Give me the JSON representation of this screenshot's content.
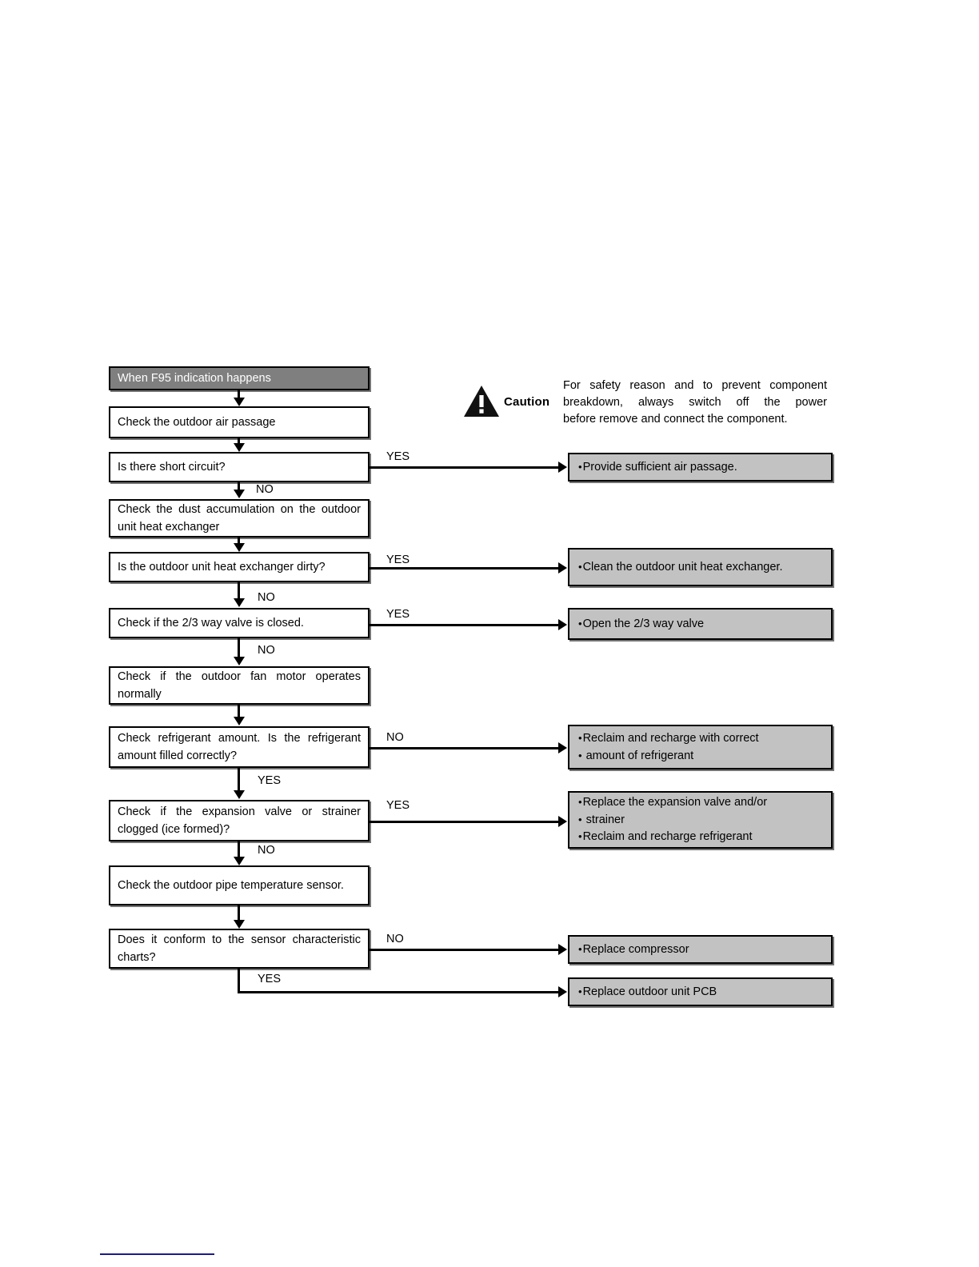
{
  "flow": {
    "title": "When F95 indication happens",
    "steps": [
      {
        "id": "check-air-passage",
        "text": "Check the outdoor air passage",
        "justified": false
      },
      {
        "id": "short-circuit",
        "text": "Is there short circuit?",
        "justified": false
      },
      {
        "id": "check-dust",
        "line1": "Check the dust accumulation on the",
        "line2": "outdoor unit heat exchanger",
        "justified": true
      },
      {
        "id": "heat-exchanger-dirty",
        "text": "Is the outdoor unit heat exchanger dirty?",
        "justified": false
      },
      {
        "id": "check-valve-closed",
        "text": "Check if the 2/3 way valve is closed.",
        "justified": false
      },
      {
        "id": "check-fan-motor",
        "line1": "Check if the outdoor fan motor operates",
        "line2": "normally",
        "justified": true
      },
      {
        "id": "check-refrigerant-amount",
        "line1": "Check refrigerant amount. Is the",
        "line2": "refrigerant amount filled correctly?",
        "justified": true
      },
      {
        "id": "check-expansion-valve",
        "line1": "Check if the expansion valve or strainer",
        "line2": "clogged (ice formed)?",
        "justified": true
      },
      {
        "id": "check-pipe-sensor",
        "line1": "Check the outdoor pipe temperature",
        "line2": "sensor.",
        "justified": true
      },
      {
        "id": "sensor-conform",
        "line1": "Does it conform to the sensor",
        "line2": "characteristic charts?",
        "justified": true
      }
    ],
    "actions": [
      {
        "id": "provide-air-passage",
        "items": [
          "Provide sufficient air passage."
        ]
      },
      {
        "id": "clean-heat-exchanger",
        "items": [
          "Clean the outdoor unit heat exchanger."
        ]
      },
      {
        "id": "open-way-valve",
        "items": [
          "Open the 2/3 way valve"
        ]
      },
      {
        "id": "reclaim-recharge",
        "items": [
          "Reclaim and recharge with correct",
          "amount of refrigerant"
        ],
        "continuation": true
      },
      {
        "id": "replace-expansion-valve",
        "items": [
          "Replace the expansion valve and/or",
          "strainer",
          "Reclaim and recharge refrigerant"
        ],
        "continuationIndexes": [
          1
        ]
      },
      {
        "id": "replace-compressor",
        "items": [
          "Replace compressor"
        ]
      },
      {
        "id": "replace-outdoor-pcb",
        "items": [
          "Replace outdoor unit PCB"
        ]
      }
    ],
    "edge_labels": {
      "short_circuit_yes": "YES",
      "short_circuit_no": "NO",
      "dirty_yes": "YES",
      "dirty_no": "NO",
      "valve_yes": "YES",
      "valve_no": "NO",
      "refrigerant_no": "NO",
      "refrigerant_yes": "YES",
      "clogged_yes": "YES",
      "clogged_no": "NO",
      "sensor_no": "NO",
      "sensor_yes": "YES"
    }
  },
  "caution": {
    "word": "Caution",
    "line1": "For safety reason and to prevent component",
    "line2": "breakdown, always switch off the power",
    "line3": "before remove and connect the component."
  },
  "colors": {
    "title_bar": "#7f7f7f",
    "action_box": "#c2c2c2",
    "outline": "#000000",
    "footer_rule": "#1a1a8c"
  }
}
